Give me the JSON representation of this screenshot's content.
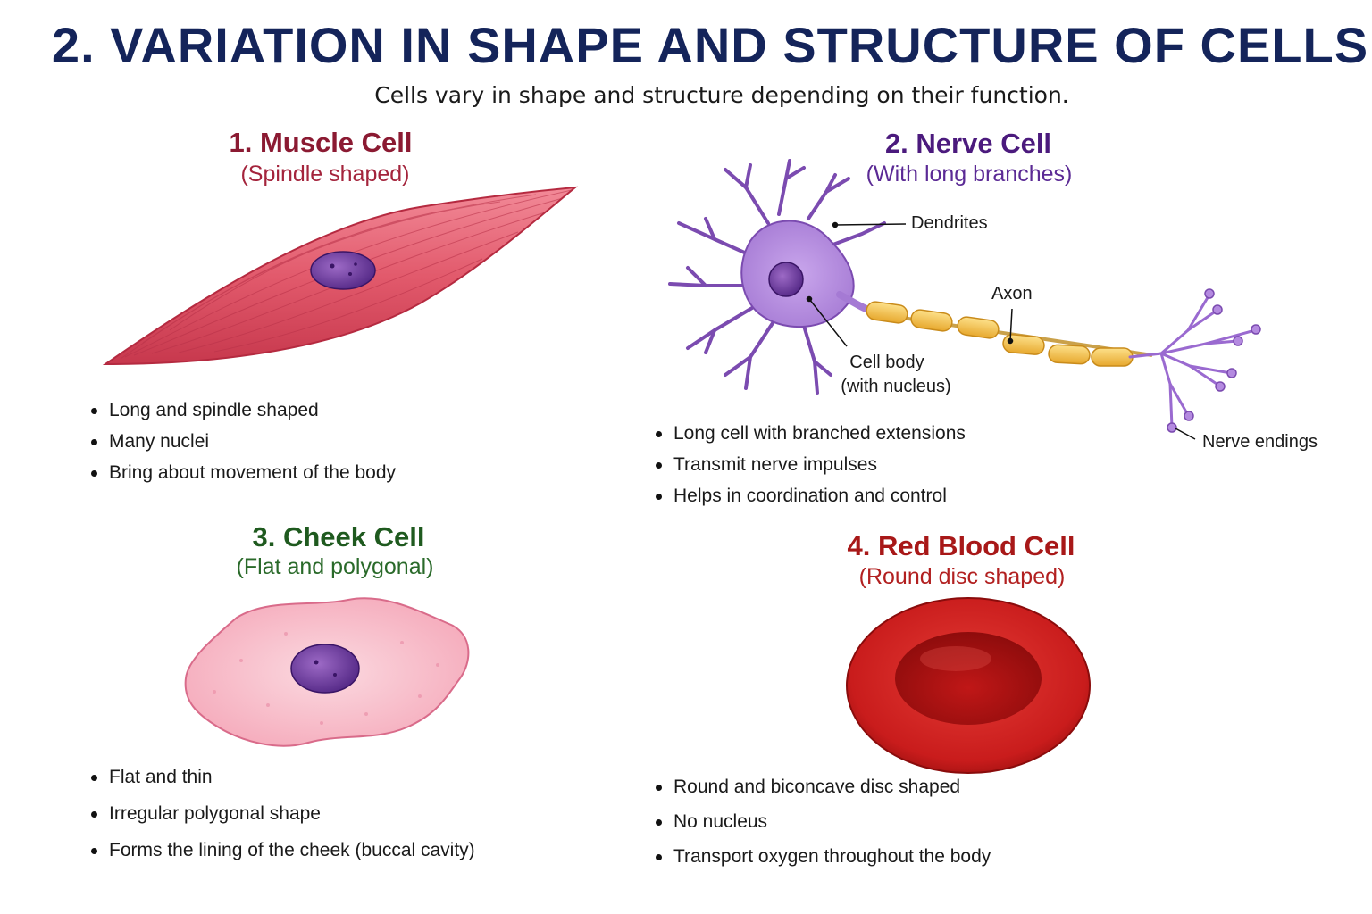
{
  "header": {
    "title": "2. VARIATION IN SHAPE AND STRUCTURE OF CELLS",
    "subtitle": "Cells vary in shape and structure depending on their function."
  },
  "colors": {
    "title": "#14245a",
    "muscle": "#8b1a32",
    "nerve": "#4b1a7d",
    "cheek": "#1f5a1f",
    "rbc": "#a81818"
  },
  "muscle": {
    "title": "1. Muscle Cell",
    "subtitle": "(Spindle shaped)",
    "points": [
      "Long and spindle shaped",
      "Many nuclei",
      "Bring about movement of the body"
    ]
  },
  "nerve": {
    "title": "2. Nerve Cell",
    "subtitle": "(With long branches)",
    "labels": {
      "dendrites": "Dendrites",
      "axon": "Axon",
      "cell_body_1": "Cell body",
      "cell_body_2": "(with nucleus)",
      "nerve_endings": "Nerve endings"
    },
    "points": [
      "Long cell with branched extensions",
      "Transmit nerve impulses",
      "Helps in coordination and control"
    ]
  },
  "cheek": {
    "title": "3. Cheek Cell",
    "subtitle": "(Flat and polygonal)",
    "points": [
      "Flat and thin",
      "Irregular polygonal shape",
      "Forms the lining of the cheek (buccal cavity)"
    ]
  },
  "rbc": {
    "title": "4. Red Blood Cell",
    "subtitle": "(Round disc shaped)",
    "points": [
      "Round and biconcave disc shaped",
      "No nucleus",
      "Transport oxygen throughout the body"
    ]
  }
}
